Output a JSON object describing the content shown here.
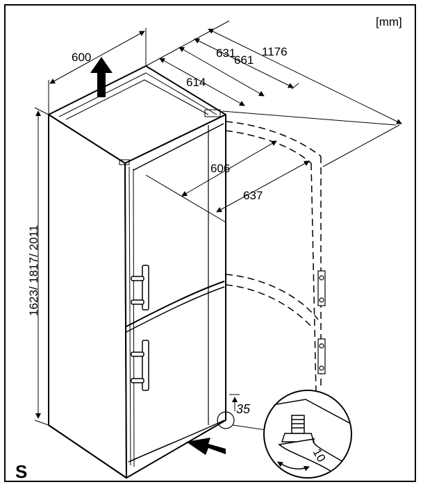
{
  "units_label": "[mm]",
  "variant_label": "S",
  "dimensions": {
    "width": "600",
    "depth_631": "631",
    "depth_614": "614",
    "depth_661": "661",
    "depth_1176": "1176",
    "door_606": "606",
    "door_637": "637",
    "heights": "1623/ 1817/ 2011",
    "clearance": "35",
    "wrench": "10"
  }
}
